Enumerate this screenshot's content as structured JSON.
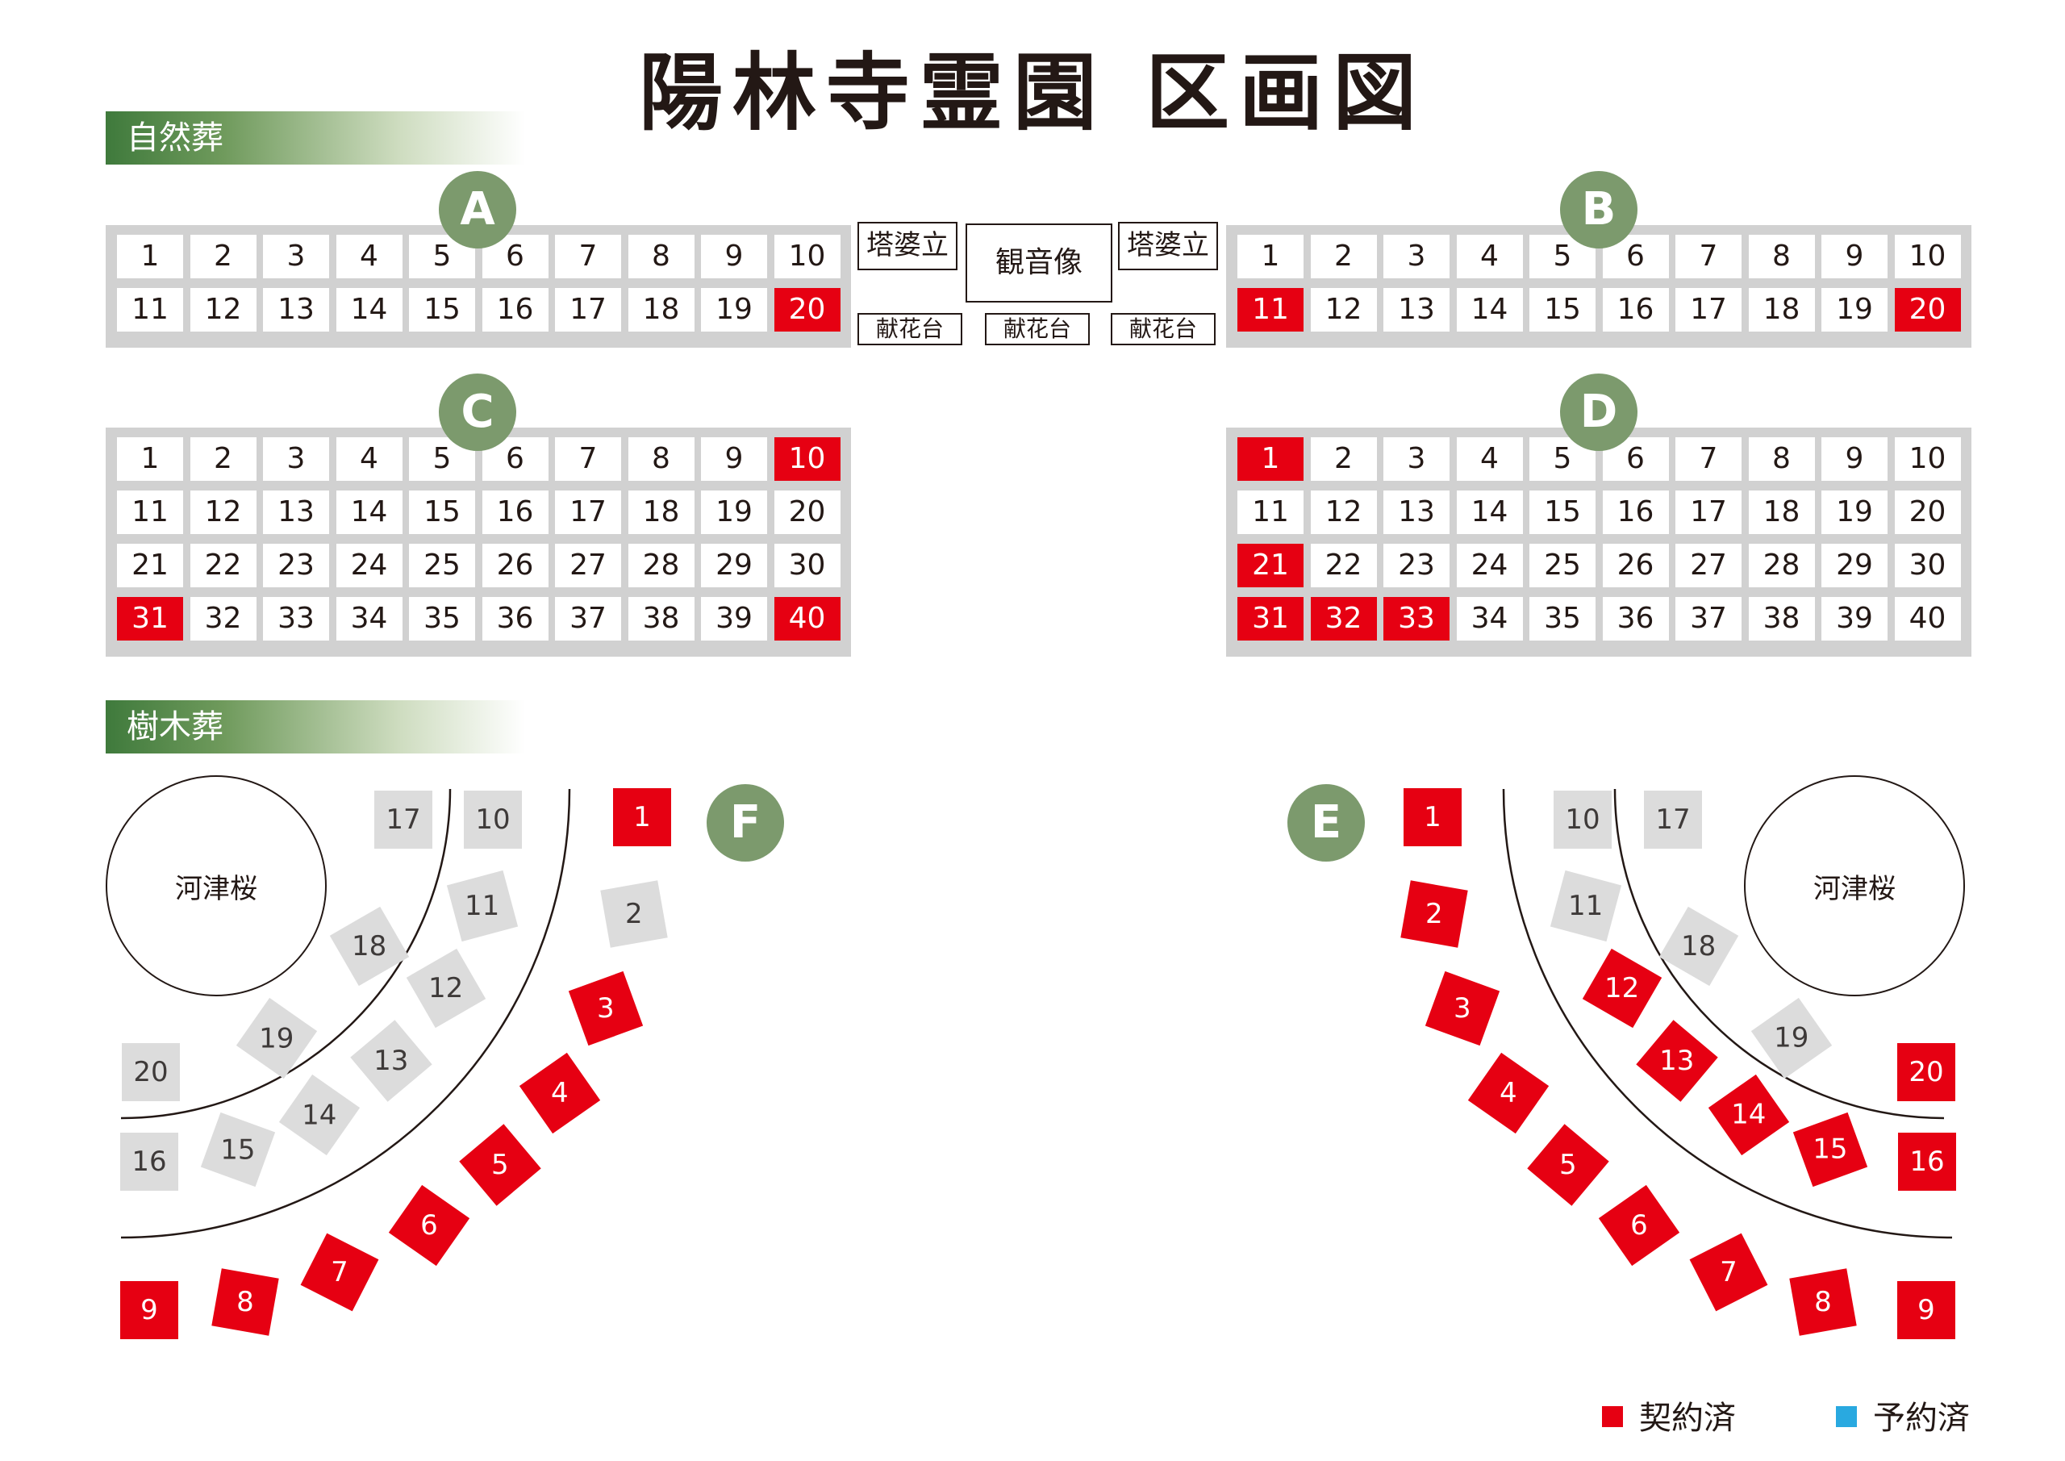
{
  "title": "陽林寺霊園 区画図",
  "sections": {
    "natural_burial": "自然葬",
    "tree_burial": "樹木葬"
  },
  "colors": {
    "contracted": "#e60012",
    "reserved": "#29a9e0",
    "available": "#ffffff",
    "tree_plot_available": "#dcdcdc",
    "badge": "#7c9a6d",
    "section_label": "#3f7a3c"
  },
  "grids": [
    {
      "id": "A",
      "rows": 2,
      "contracted": [
        20
      ]
    },
    {
      "id": "B",
      "rows": 2,
      "contracted": [
        11,
        20
      ]
    },
    {
      "id": "C",
      "rows": 4,
      "contracted": [
        10,
        31,
        40
      ]
    },
    {
      "id": "D",
      "rows": 4,
      "contracted": [
        1,
        21,
        31,
        32,
        33
      ]
    }
  ],
  "center": {
    "stupa_left": "塔婆立",
    "stupa_right": "塔婆立",
    "kannon": "観音像",
    "altars": [
      "献花台",
      "献花台",
      "献花台"
    ]
  },
  "tree_areas": [
    {
      "id": "F",
      "tree": "河津桜",
      "contracted": [
        1,
        3,
        4,
        5,
        6,
        7,
        8,
        9
      ]
    },
    {
      "id": "E",
      "tree": "河津桜",
      "contracted": [
        1,
        2,
        3,
        4,
        5,
        6,
        7,
        8,
        9,
        12,
        13,
        14,
        15,
        16,
        20
      ]
    }
  ],
  "legend": [
    {
      "label": "契約済",
      "color": "#e60012"
    },
    {
      "label": "予約済",
      "color": "#29a9e0"
    }
  ]
}
